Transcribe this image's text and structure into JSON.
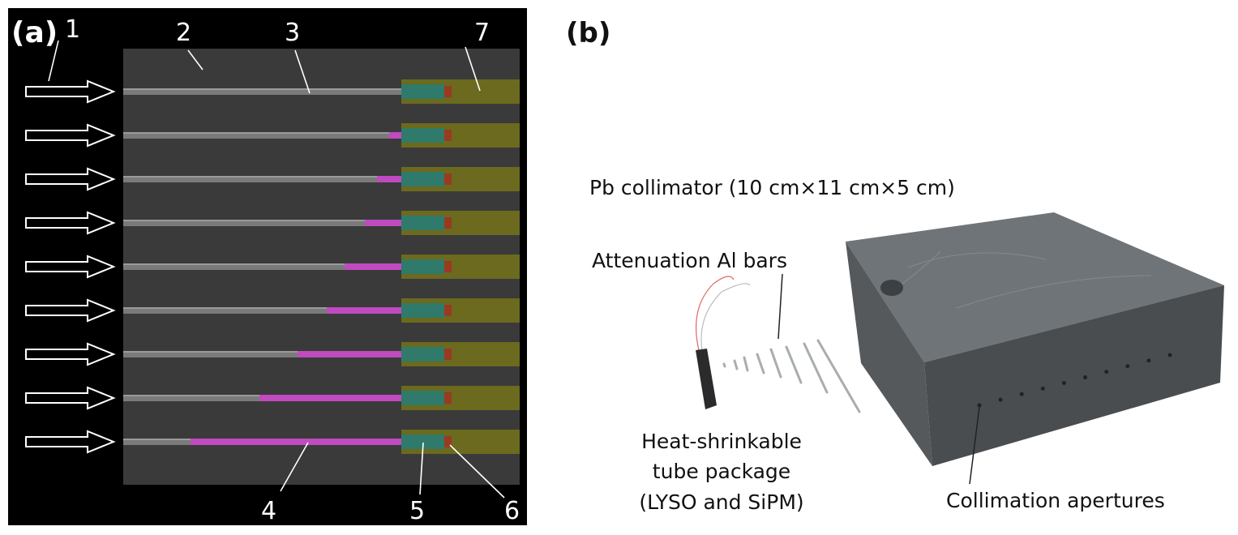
{
  "panel_a": {
    "label": "(a)",
    "callouts": [
      "1",
      "2",
      "3",
      "4",
      "5",
      "6",
      "7"
    ],
    "al_bar_fraction": [
      0,
      0.044,
      0.087,
      0.131,
      0.204,
      0.268,
      0.373,
      0.51,
      0.758
    ],
    "colors": {
      "background": "#000000",
      "medium": "#3a3a3a",
      "rod": "#7a7a7a",
      "al_bar": "#c04bc0",
      "package": "#6b6a1e",
      "lyso": "#2f7a6a",
      "sipm": "#9a3a20"
    }
  },
  "panel_b": {
    "label": "(b)",
    "collimator_label": "Pb collimator (10 cm×11 cm×5 cm)",
    "al_bars_label": "Attenuation Al bars",
    "package_label_lines": [
      "Heat-shrinkable",
      "tube package",
      "(LYSO and SiPM)"
    ],
    "apertures_label": "Collimation apertures"
  }
}
